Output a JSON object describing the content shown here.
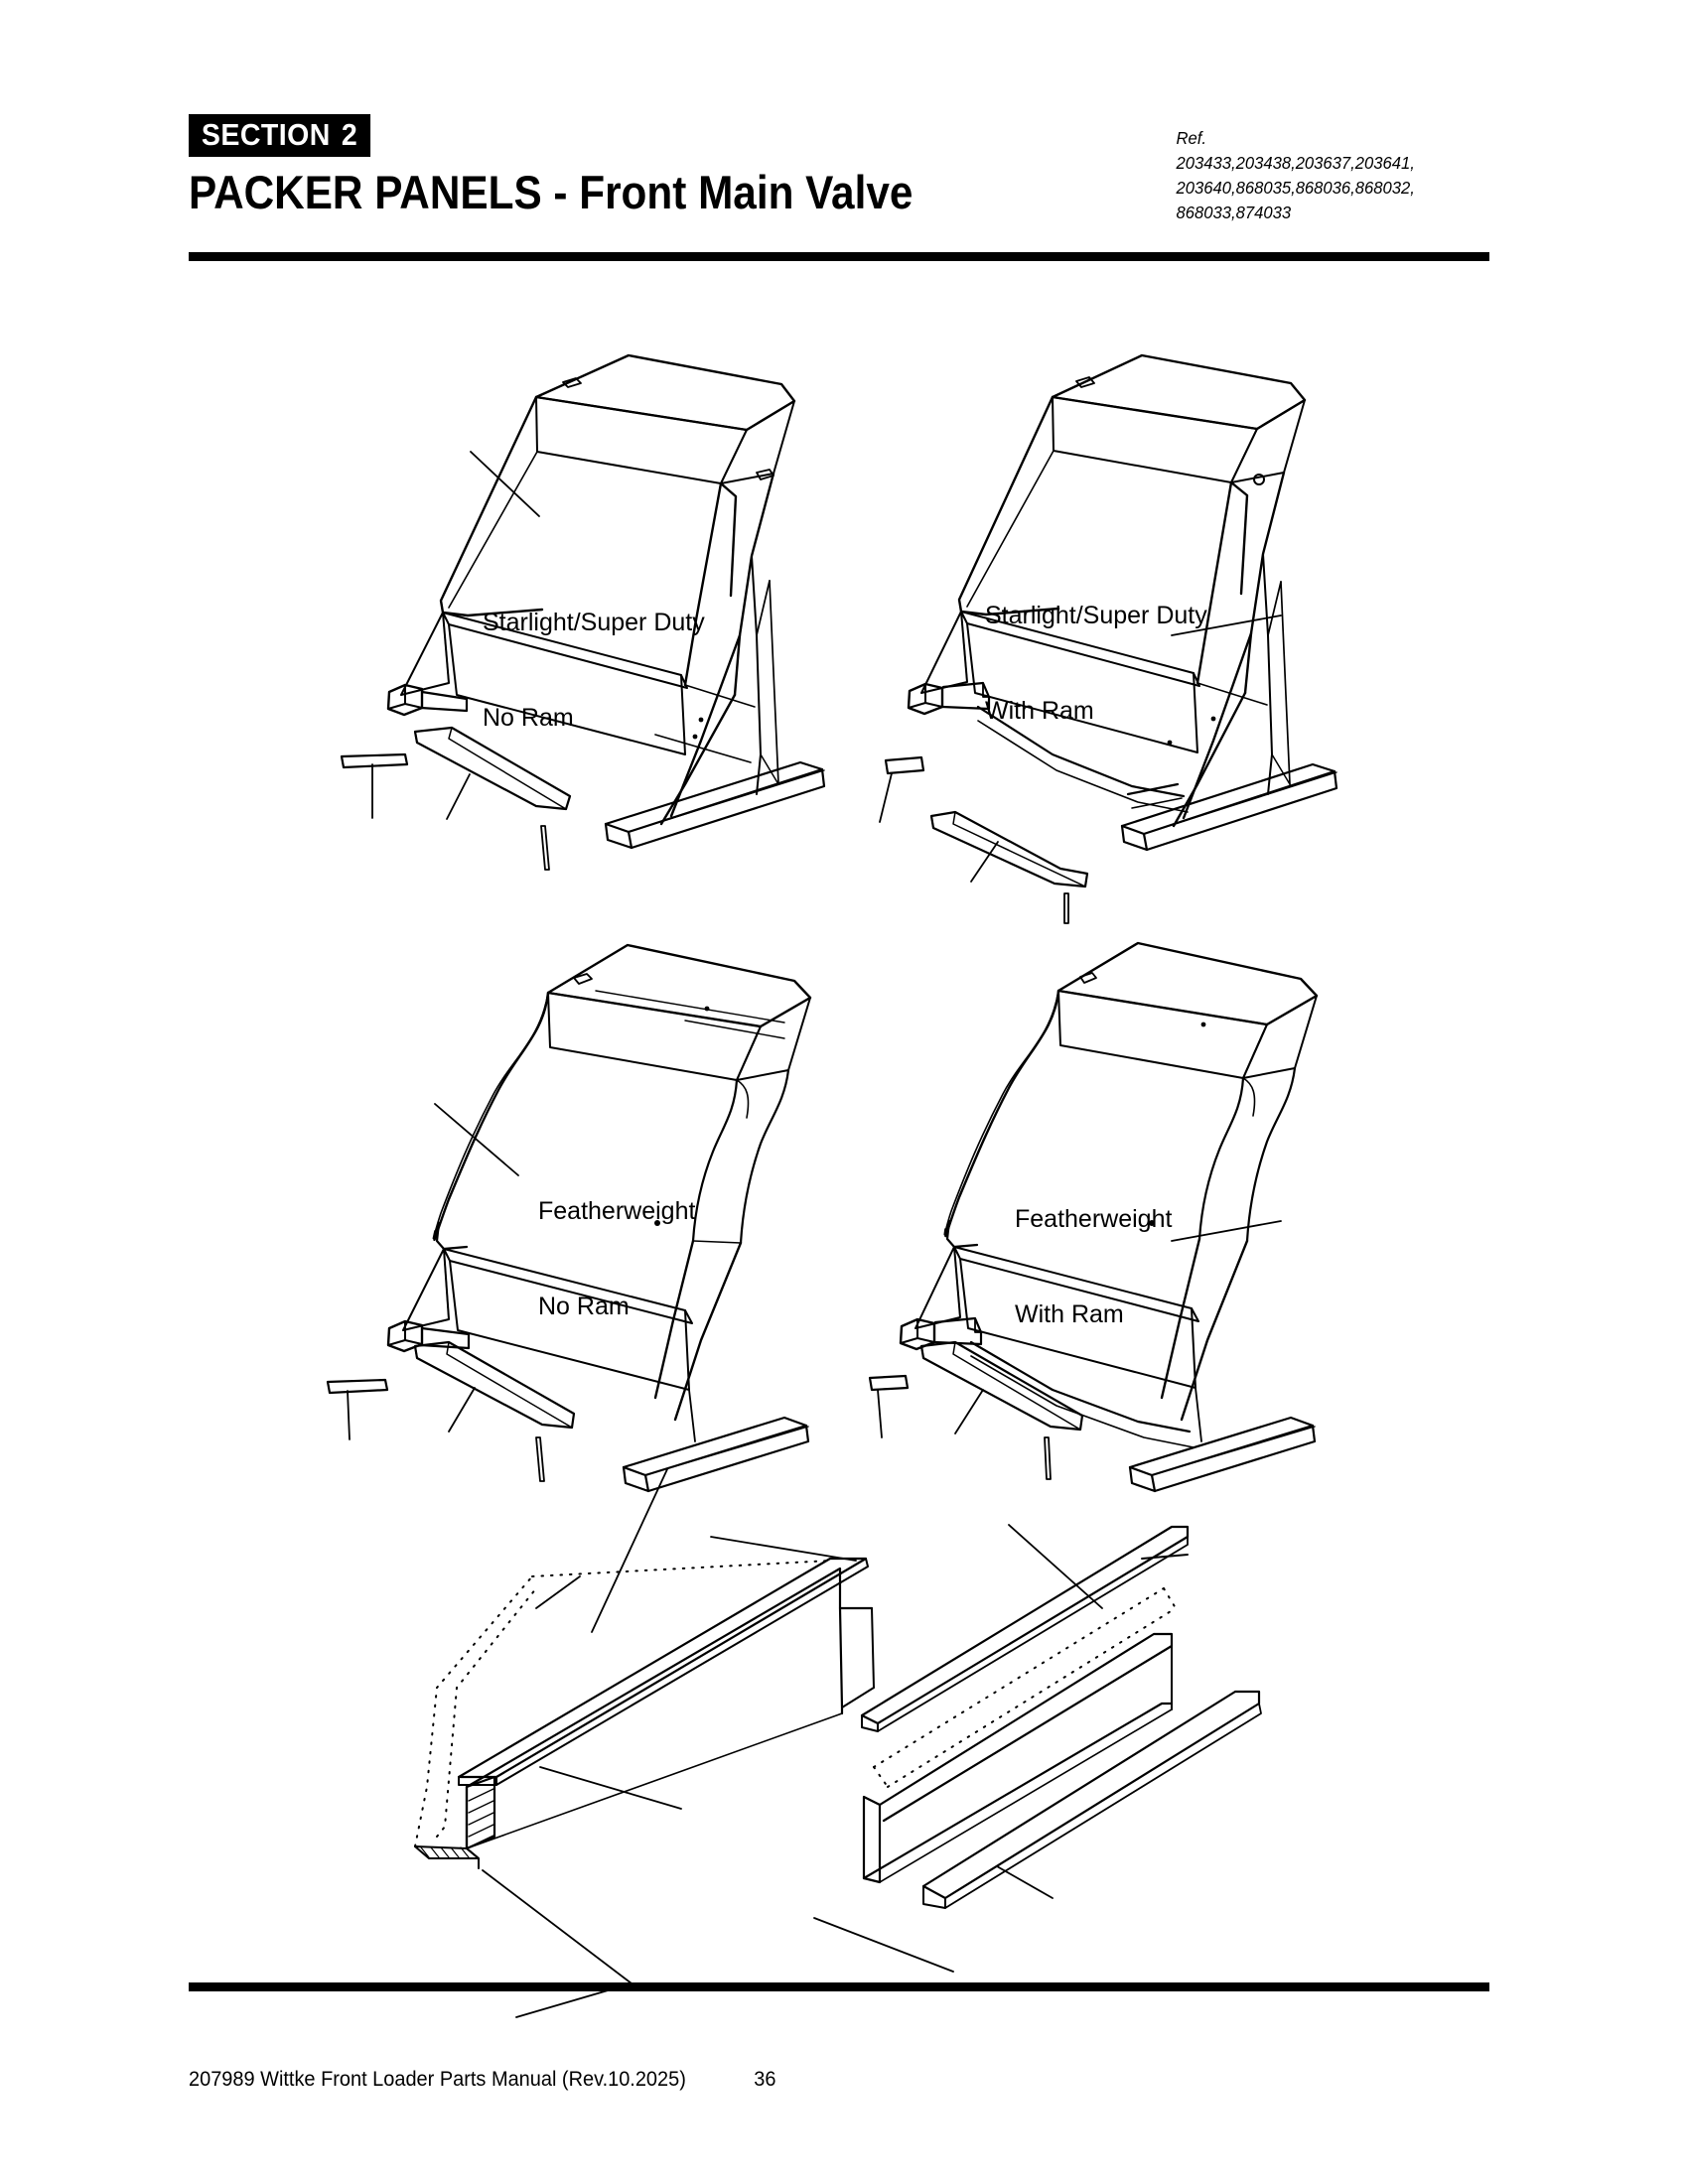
{
  "header": {
    "section_badge_word": "SECTION",
    "section_number": "2",
    "title": "PACKER PANELS - Front Main Valve",
    "ref_label": "Ref.",
    "ref_lines": [
      "203433,203438,203637,203641,",
      "203640,868035,868036,868032,",
      "868033,874033"
    ]
  },
  "figures": [
    {
      "id": "starlight-no-ram",
      "label_line1": "Starlight/Super Duty",
      "label_line2": "No Ram"
    },
    {
      "id": "starlight-with-ram",
      "label_line1": "Starlight/Super Duty",
      "label_line2": "With Ram"
    },
    {
      "id": "featherweight-no-ram",
      "label_line1": "Featherweight",
      "label_line2": "No Ram"
    },
    {
      "id": "featherweight-with-ram",
      "label_line1": "Featherweight",
      "label_line2": "With Ram"
    },
    {
      "id": "rail-profiles-detail",
      "label_line1": "",
      "label_line2": ""
    }
  ],
  "footer": {
    "document": "207989 Wittke Front Loader Parts Manual (Rev.10.2025)",
    "page_number": "36"
  },
  "colors": {
    "ink": "#000000",
    "paper": "#ffffff"
  }
}
